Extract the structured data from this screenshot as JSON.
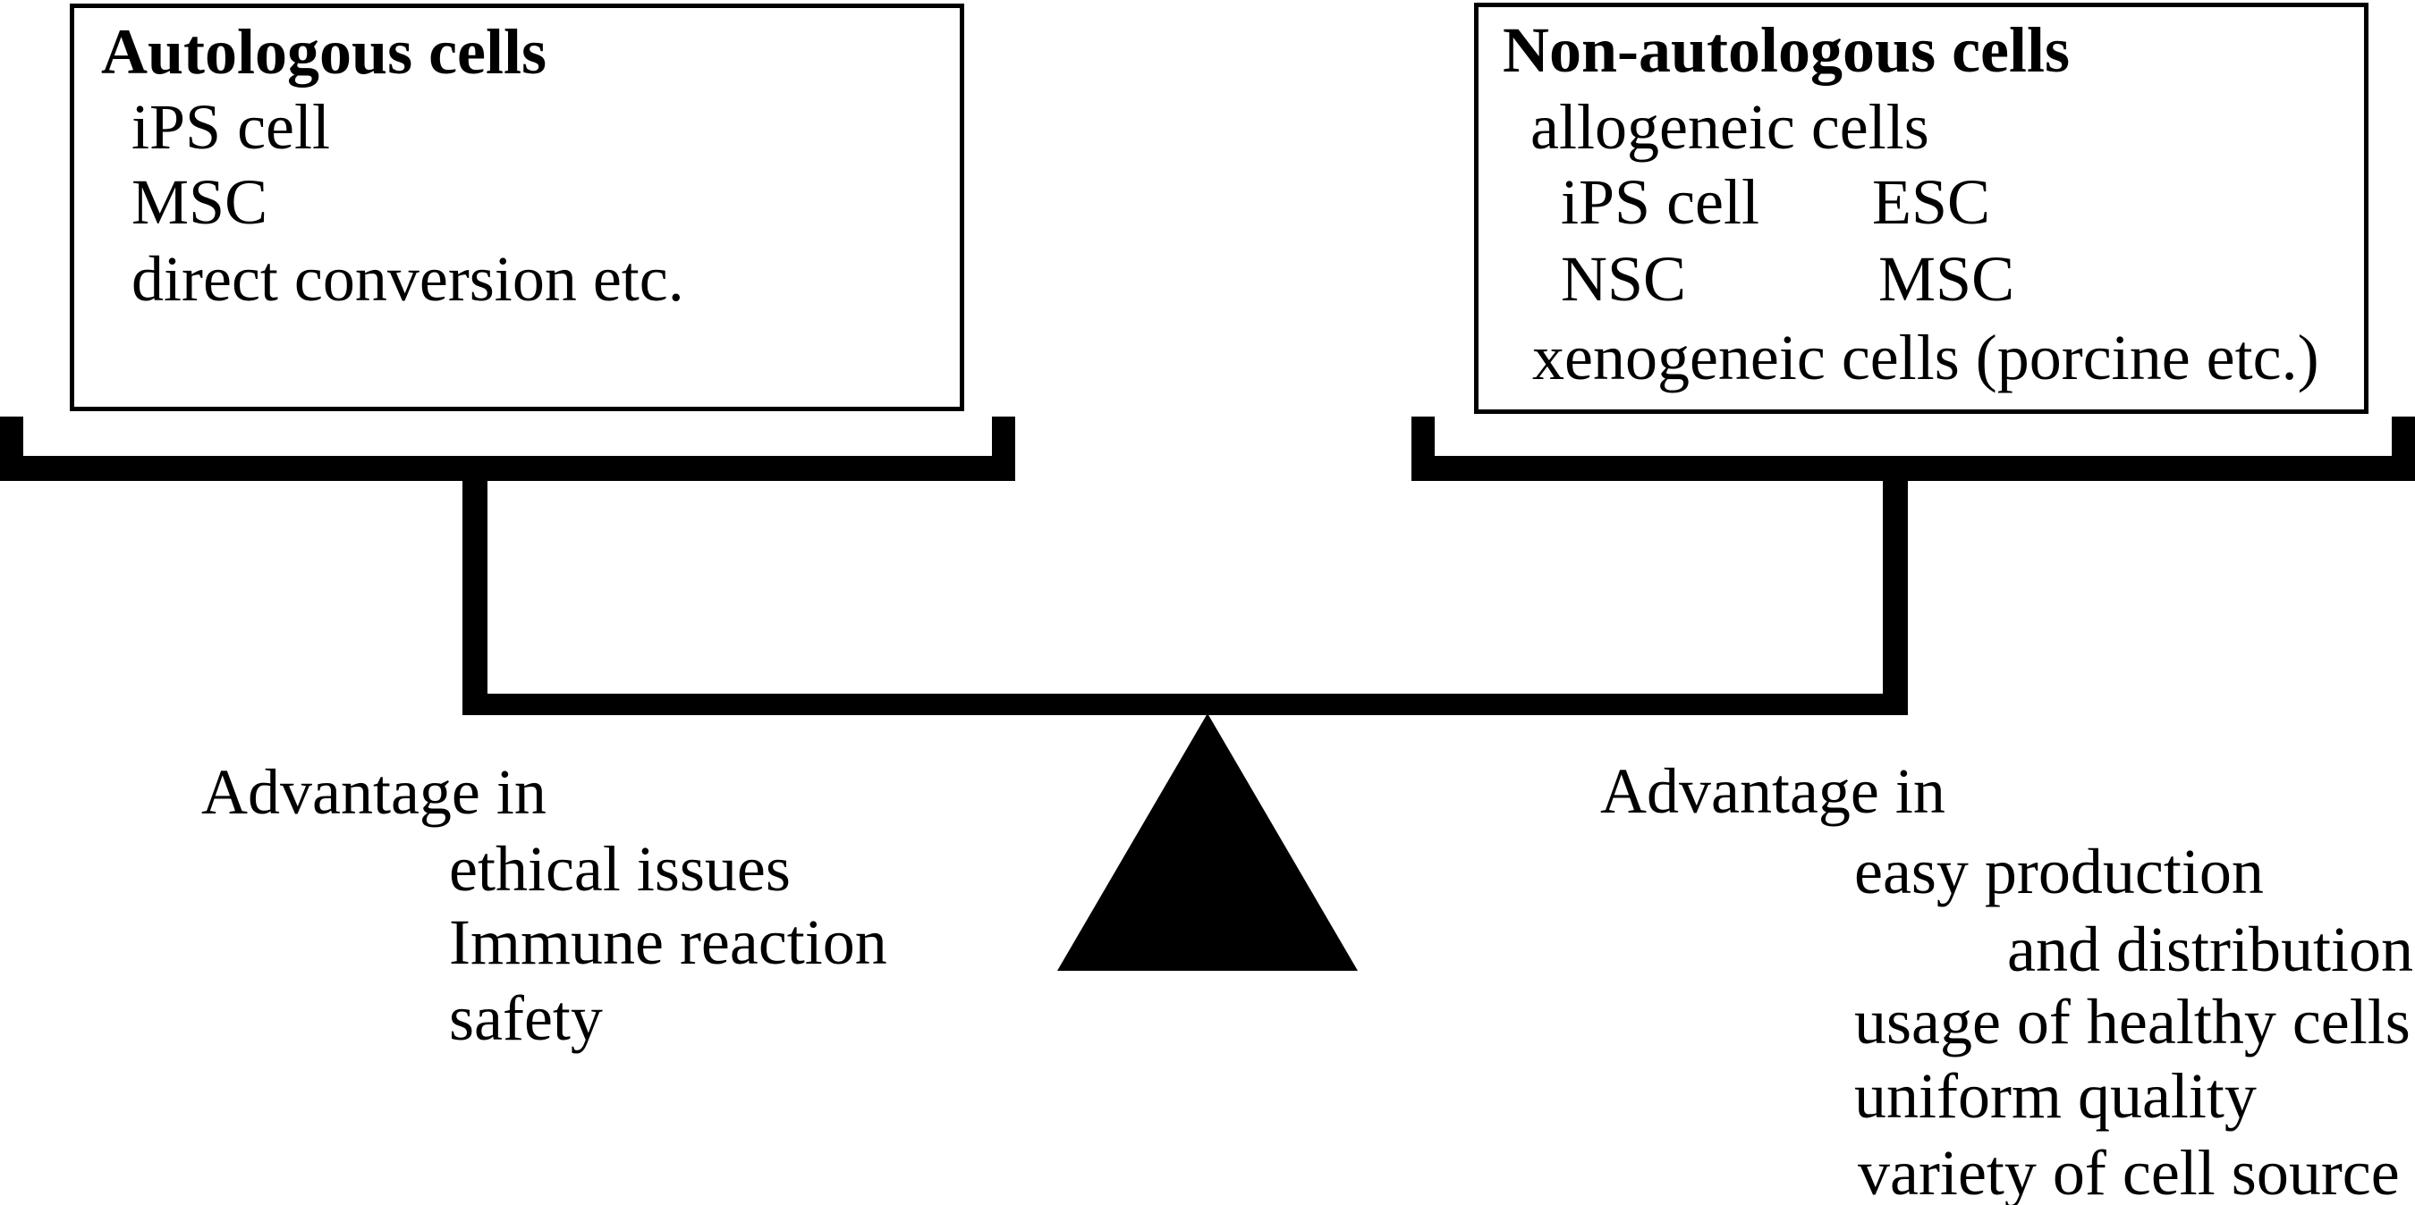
{
  "figure": {
    "description": "balance-scale comparison diagram",
    "colors": {
      "ink": "#000000",
      "background": "#ffffff"
    },
    "left_box": {
      "title": "Autologous cells",
      "items": [
        "iPS cell",
        "MSC",
        "direct conversion etc."
      ]
    },
    "right_box": {
      "title": "Non-autologous cells",
      "subtitle": "allogeneic cells",
      "grid": [
        [
          "iPS cell",
          "ESC"
        ],
        [
          "NSC",
          "MSC"
        ]
      ],
      "footer": "xenogeneic cells (porcine etc.)"
    },
    "left_advantages": {
      "heading": "Advantage in",
      "items": [
        "ethical issues",
        "Immune reaction",
        "safety"
      ]
    },
    "right_advantages": {
      "heading": "Advantage in",
      "items": [
        "easy production",
        "and distribution",
        "usage of healthy cells",
        "uniform quality",
        "variety of cell source"
      ]
    }
  }
}
